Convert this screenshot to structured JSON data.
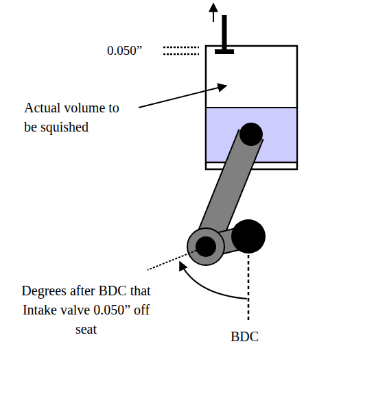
{
  "diagram": {
    "labels": [
      "0.050”",
      "Actual volume to be squished",
      "Degrees after BDC that Intake valve 0.050” off seat",
      "BDC"
    ]
  }
}
